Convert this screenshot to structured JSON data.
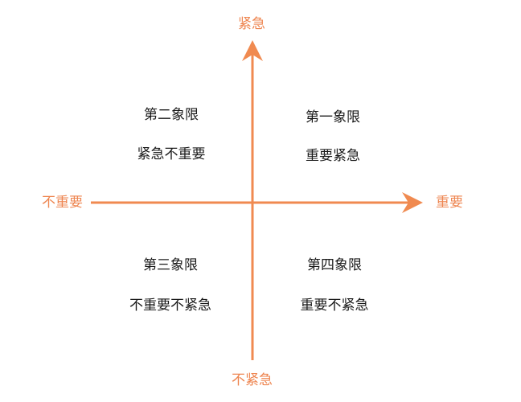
{
  "colors": {
    "axis": "#F08A50",
    "axis_label": "#EE8550",
    "text": "#1a1a1a",
    "background": "#ffffff"
  },
  "axes": {
    "top_label": "紧急",
    "bottom_label": "不紧急",
    "left_label": "不重要",
    "right_label": "重要"
  },
  "quadrants": [
    {
      "title": "第一象限",
      "desc": "重要紧急"
    },
    {
      "title": "第二象限",
      "desc": "紧急不重要"
    },
    {
      "title": "第三象限",
      "desc": "不重要不紧急"
    },
    {
      "title": "第四象限",
      "desc": "重要不紧急"
    }
  ]
}
